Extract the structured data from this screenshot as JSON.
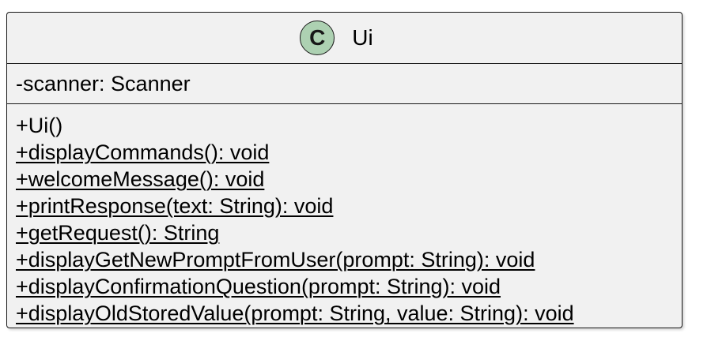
{
  "uml_class": {
    "stereotype": "C",
    "name": "Ui",
    "colors": {
      "circle_fill": "#add1b2",
      "box_fill": "#f1f1f1",
      "border": "#181818"
    },
    "attributes": [
      "-scanner: Scanner"
    ],
    "methods": [
      {
        "text": "+Ui()",
        "static": false
      },
      {
        "text": "+displayCommands(): void",
        "static": true
      },
      {
        "text": "+welcomeMessage(): void",
        "static": true
      },
      {
        "text": "+printResponse(text: String): void",
        "static": true
      },
      {
        "text": "+getRequest(): String",
        "static": true
      },
      {
        "text": "+displayGetNewPromptFromUser(prompt: String): void",
        "static": true
      },
      {
        "text": "+displayConfirmationQuestion(prompt: String): void",
        "static": true
      },
      {
        "text": "+displayOldStoredValue(prompt: String, value: String): void",
        "static": true
      }
    ]
  }
}
